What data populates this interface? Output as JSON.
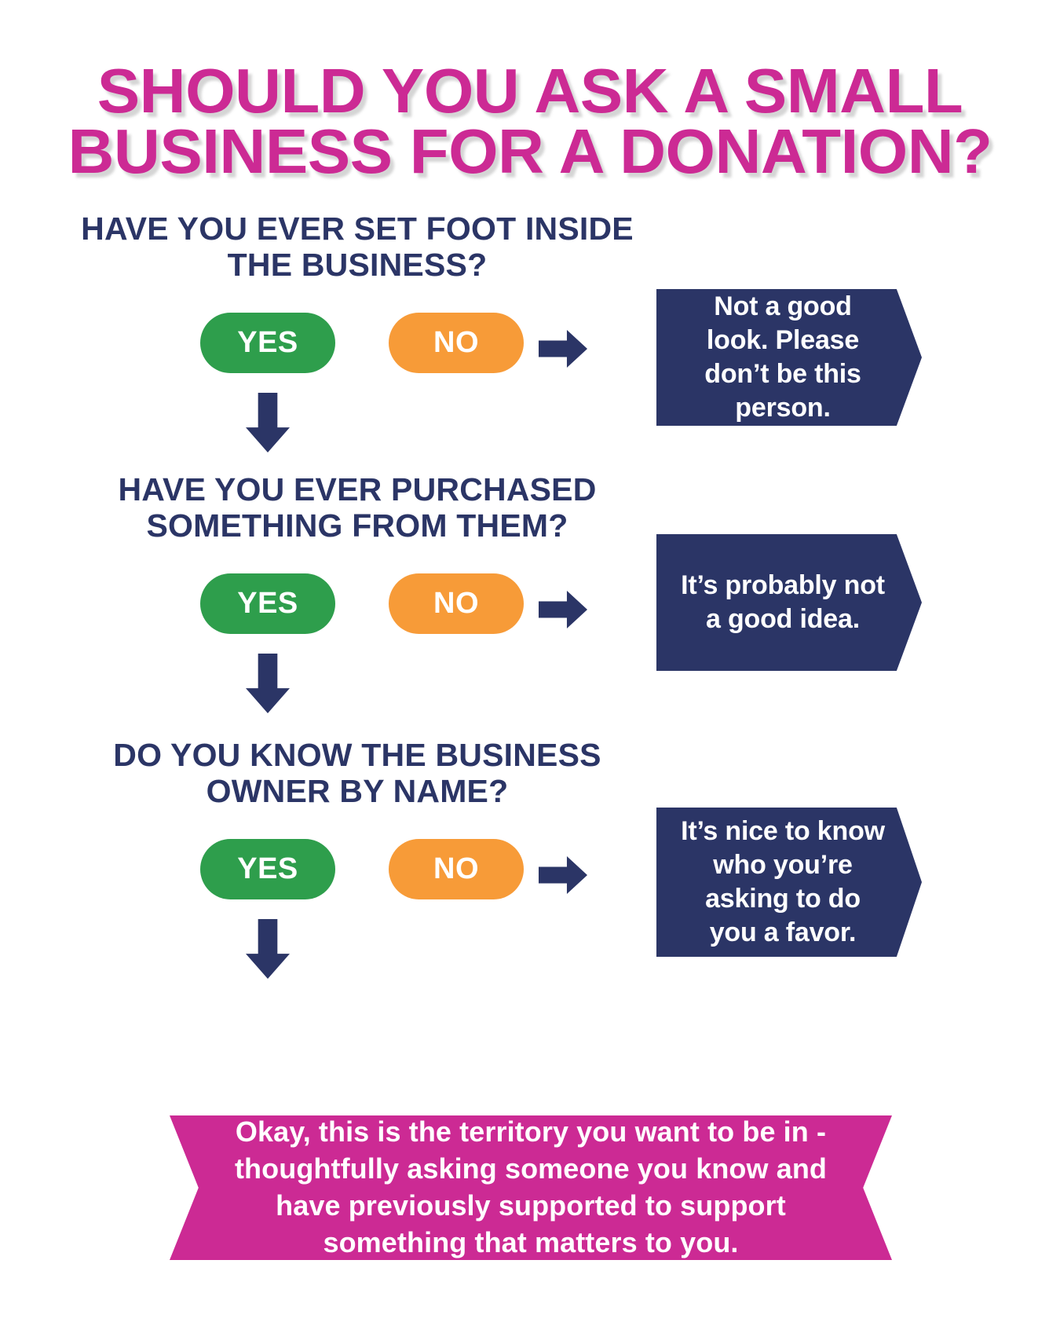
{
  "title": {
    "line1": "SHOULD YOU ASK A SMALL",
    "line2": "BUSINESS FOR A DONATION?"
  },
  "colors": {
    "magenta": "#CC2A94",
    "navy": "#2B3566",
    "green": "#2E9E4C",
    "orange": "#F79B38",
    "background": "#FFFFFF",
    "white_text": "#FFFFFF"
  },
  "labels": {
    "yes": "YES",
    "no": "NO"
  },
  "steps": [
    {
      "question": "HAVE YOU EVER SET FOOT INSIDE THE BUSINESS?",
      "yes_label": "YES",
      "no_label": "NO",
      "no_outcome": "Not a good look. Please don’t be this person."
    },
    {
      "question": "HAVE YOU EVER PURCHASED SOMETHING FROM THEM?",
      "yes_label": "YES",
      "no_label": "NO",
      "no_outcome": "It’s probably not a good idea."
    },
    {
      "question": "DO YOU KNOW THE BUSINESS OWNER BY NAME?",
      "yes_label": "YES",
      "no_label": "NO",
      "no_outcome": "It’s nice to know who you’re asking to do you a favor."
    }
  ],
  "conclusion": {
    "text": "Okay, this is the territory you want to be in - thoughtfully asking someone you know and have previously supported to support something that matters to you."
  }
}
